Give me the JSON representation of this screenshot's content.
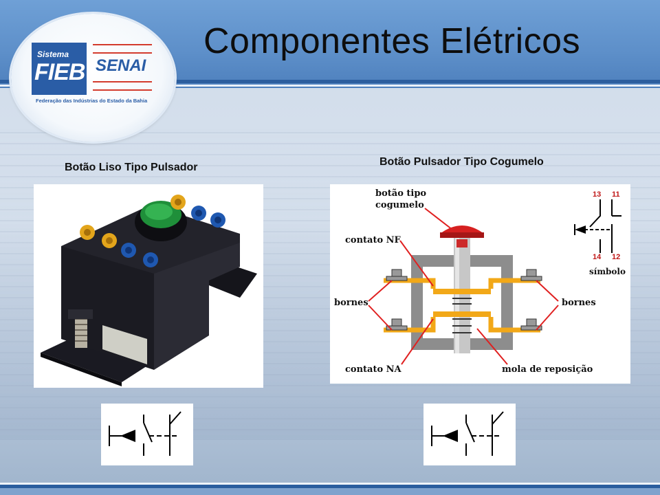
{
  "slide": {
    "title": "Componentes Elétricos"
  },
  "logo": {
    "sistema": "Sistema",
    "fieb": "FIEB",
    "senai": "SENAI",
    "federacao": "Federação das Indústrias do Estado da Bahia"
  },
  "left": {
    "caption": "Botão Liso Tipo Pulsador"
  },
  "right": {
    "caption": "Botão Pulsador Tipo Cogumelo",
    "labels": {
      "botao_tipo": "botão tipo",
      "cogumelo": "cogumelo",
      "contato_nf": "contato NF",
      "bornes_left": "bornes",
      "bornes_right": "bornes",
      "contato_na": "contato NA",
      "mola": "mola de reposição",
      "simbolo": "símbolo",
      "t13": "13",
      "t11": "11",
      "t14": "14",
      "t12": "12"
    }
  },
  "colors": {
    "header_blue": "#5d8fc9",
    "brand_blue": "#2a5da6",
    "brand_red": "#d33a2c",
    "leader_red": "#e02020",
    "contact_orange": "#f2a818"
  }
}
